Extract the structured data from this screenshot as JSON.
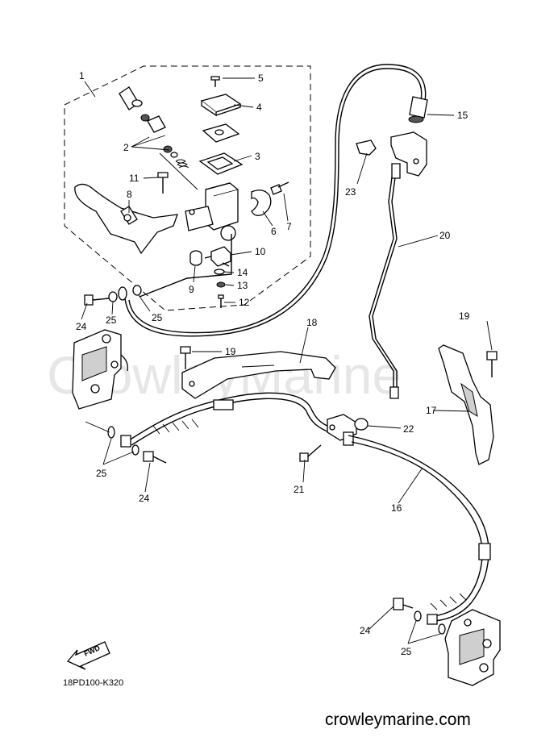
{
  "watermark": "CrowleyMarine",
  "diagram_code": "18PD100-K320",
  "website": "crowleymarine.com",
  "fwd_label": "FWD",
  "callouts": [
    "1",
    "2",
    "3",
    "4",
    "5",
    "6",
    "7",
    "8",
    "9",
    "10",
    "11",
    "12",
    "13",
    "14",
    "15",
    "16",
    "17",
    "18",
    "19",
    "19",
    "20",
    "21",
    "22",
    "23",
    "24",
    "24",
    "24",
    "25",
    "25",
    "25",
    "25"
  ]
}
